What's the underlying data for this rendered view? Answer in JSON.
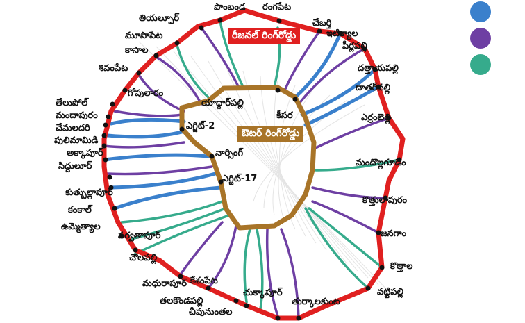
{
  "colors": {
    "regional_ring": "#e02020",
    "outer_ring": "#a87428",
    "blue": "#3a80cc",
    "purple": "#6e3fa3",
    "green": "#36ab8c"
  },
  "legend_dots": [
    "blue",
    "purple",
    "green"
  ],
  "regional_ring_label": "రీజనల్ రింగ్‌రోడ్డు",
  "outer_ring_label": "ఔటర్ రింగ్‌రోడ్డు",
  "stations": [
    "పొంబండ",
    "రంగపేట",
    "చేబర్తి",
    "ఇటిక్యాల",
    "పీర్లపల్లి",
    "దత్తాయపల్లి",
    "దాతర్‌పల్లి",
    "ఎర్రంబెల్లి",
    "మందొల్లగూడెం",
    "కొత్తులాపురం",
    "జనగాం",
    "కొత్తాల",
    "వట్టిపల్లి",
    "తుర్కాలకుంట",
    "చుక్కాపూర్",
    "చీపునుంతల",
    "తలకొండపల్లి",
    "కేశంపేట",
    "మధురాపూర్",
    "చౌలపల్లి",
    "పర్వతాపూర్",
    "ఉమ్మెత్యాల",
    "కంకాల్",
    "కుత్బుల్లాపూర్",
    "సిద్దులూర్",
    "అక్కాపూర్",
    "పులిమామిడి",
    "చేమలదరి",
    "మందాపురం",
    "తేలుపోల్",
    "గోపులారం",
    "శివంపేట",
    "కాసాల",
    "మూసాపేట",
    "తియల్పూర్"
  ],
  "inner_stations": [
    "యాద్గార్‌పల్లి",
    "కీసర",
    "ఎగ్జిట్-2",
    "నార్సింగ్",
    "ఎగ్జిట్-17"
  ]
}
